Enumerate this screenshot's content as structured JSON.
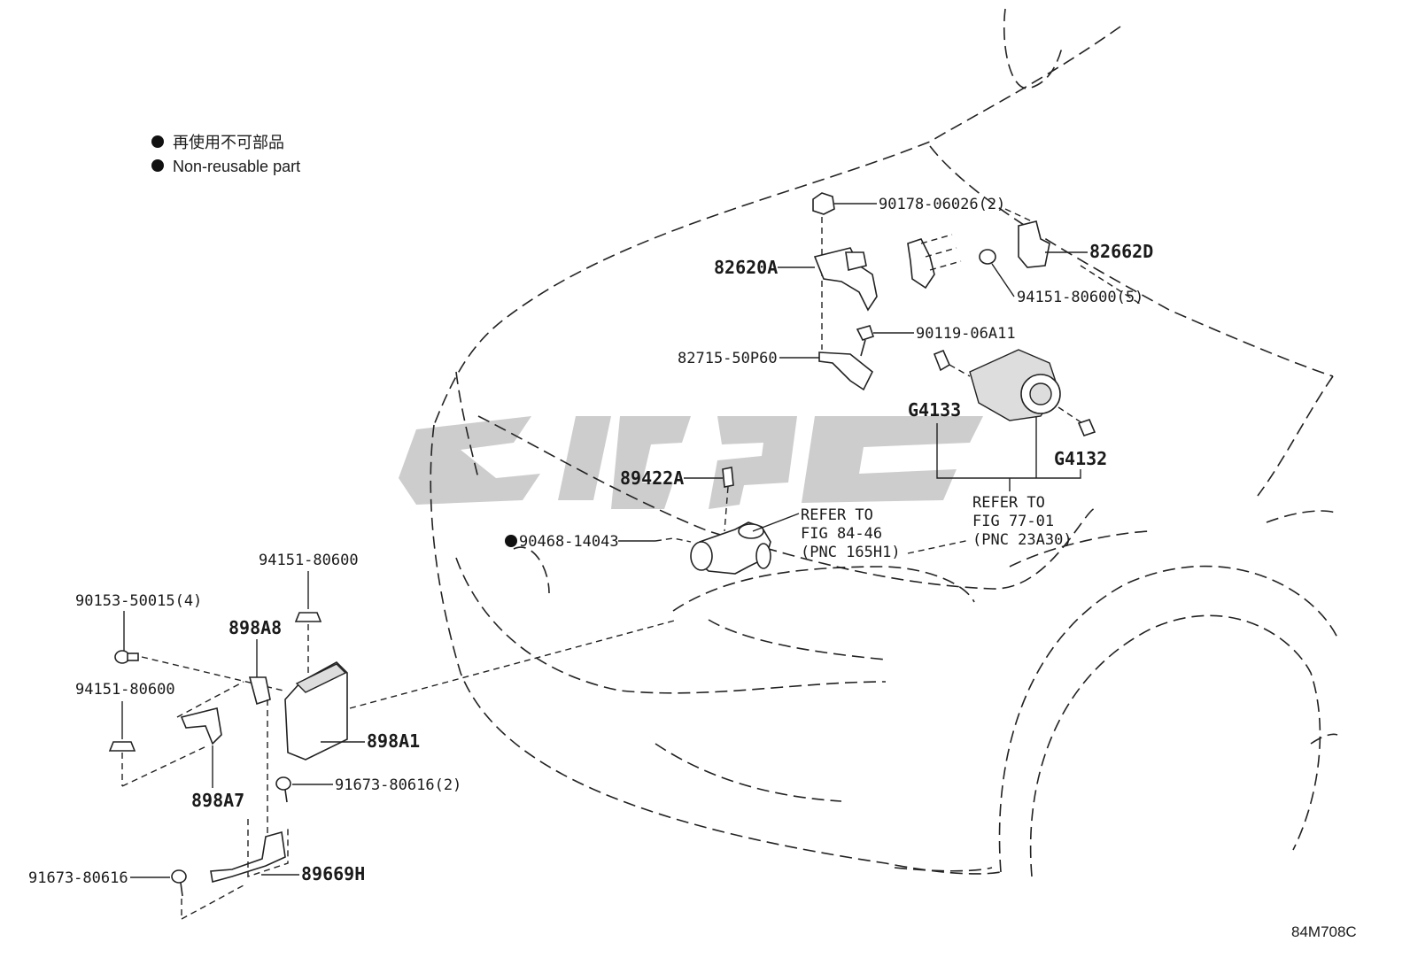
{
  "legend": {
    "line_ja": "再使用不可部品",
    "line_en": "Non-reusable part"
  },
  "callouts": {
    "p90178": "90178-06026(2)",
    "p82662D": "82662D",
    "p82620A": "82620A",
    "p94151_5": "94151-80600(5)",
    "p90119": "90119-06A11",
    "p82715": "82715-50P60",
    "pG4133": "G4133",
    "pG4132": "G4132",
    "p89422A": "89422A",
    "p90468": "90468-14043",
    "ref1": [
      "REFER TO",
      "FIG 84-46",
      "(PNC 165H1)"
    ],
    "ref2": [
      "REFER TO",
      "FIG 77-01",
      "(PNC 23A30)"
    ],
    "p94151_a": "94151-80600",
    "p90153": "90153-50015(4)",
    "p898A8": "898A8",
    "p94151_b": "94151-80600",
    "p898A1": "898A1",
    "p898A7": "898A7",
    "p91673_2": "91673-80616(2)",
    "p91673": "91673-80616",
    "p89669H": "89669H"
  },
  "diagram_code": "84M708C",
  "colors": {
    "ink": "#1a1a1a",
    "watermark": "#c8c8c8"
  }
}
